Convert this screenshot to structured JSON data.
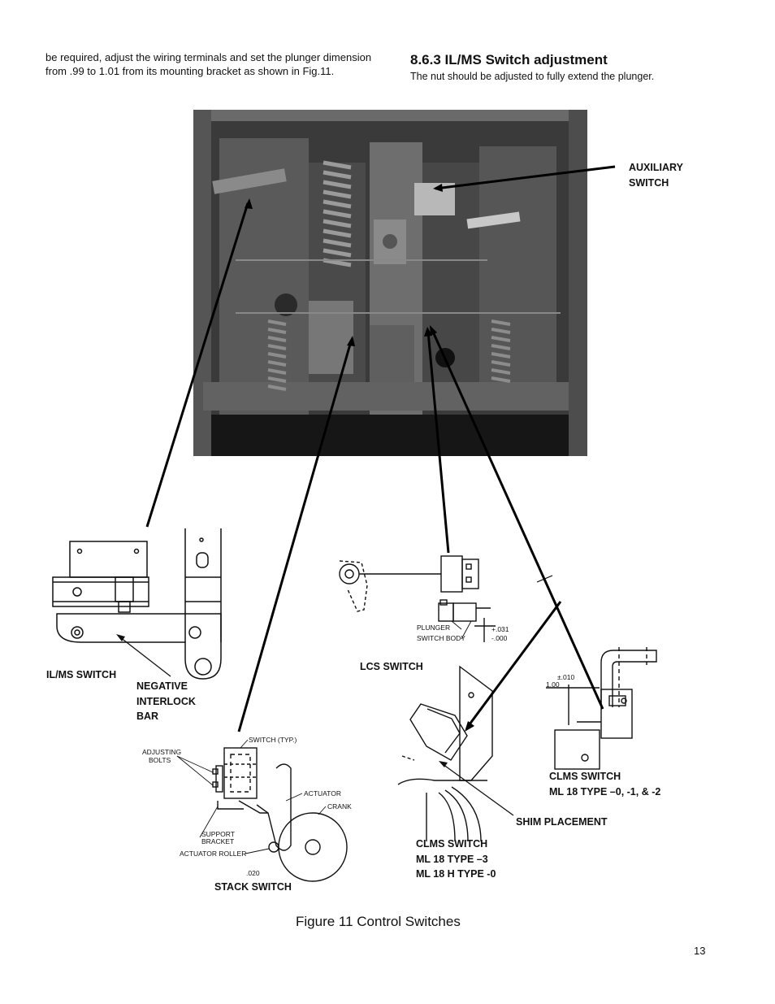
{
  "intro_text": "be required, adjust the wiring terminals and set the plunger dimension from .99 to 1.01 from its mounting bracket as shown in Fig.11.",
  "section": {
    "title": "8.6.3 IL/MS Switch adjustment",
    "body": "The nut should be adjusted to fully extend the plunger."
  },
  "callouts": {
    "auxiliary_switch": "AUXILIARY\nSWITCH",
    "ilms_switch": "IL/MS SWITCH",
    "negative_interlock_bar": "NEGATIVE\nINTERLOCK\nBAR",
    "lcs_switch": "LCS SWITCH",
    "clms_switch_a": "CLMS SWITCH\nML 18 TYPE –0, -1, & -2",
    "shim_placement": "SHIM PLACEMENT",
    "clms_switch_b": "CLMS SWITCH\nML 18 TYPE –3\nML 18 H TYPE -0",
    "stack_switch": "STACK SWITCH"
  },
  "drawing_text": {
    "plunger": "PLUNGER",
    "switch_body": "SWITCH BODY",
    "dim_031": "+.031",
    "dim_000": "-.000",
    "dim_010": "±.010",
    "dim_100": "1.00",
    "switch_typ": "SWITCH (TYP.)",
    "adjusting": "ADJUSTING",
    "bolts": "BOLTS",
    "actuator": "ACTUATOR",
    "crank": "CRANK",
    "support": "SUPPORT",
    "bracket": "BRACKET",
    "actuator_roller": "ACTUATOR ROLLER",
    "dim_020": ".020"
  },
  "caption": "Figure 11 Control Switches",
  "page_number": "13"
}
